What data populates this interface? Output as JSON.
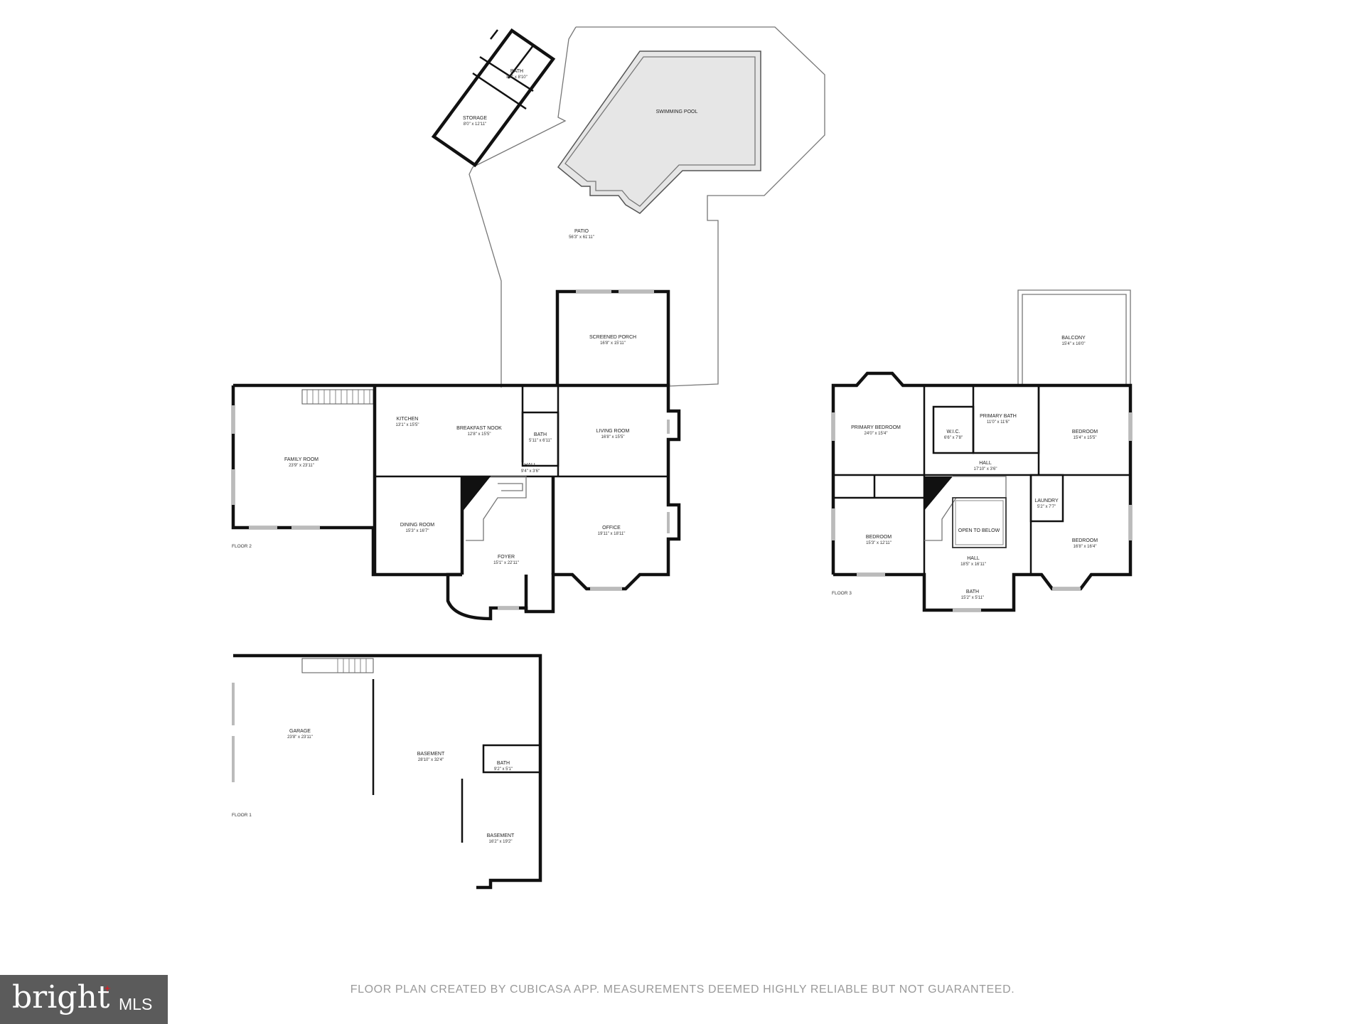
{
  "rooms": {
    "bath_shed": {
      "name": "BATH",
      "dim": "8'0\" x 8'10\""
    },
    "storage": {
      "name": "STORAGE",
      "dim": "8'0\" x 12'11\""
    },
    "pool": {
      "name": "SWIMMING POOL"
    },
    "patio": {
      "name": "PATIO",
      "dim": "56'3\" x 61'11\""
    },
    "screened_porch": {
      "name": "SCREENED PORCH",
      "dim": "16'8\" x 15'11\""
    },
    "family_room": {
      "name": "FAMILY ROOM",
      "dim": "23'9\" x 23'11\""
    },
    "kitchen": {
      "name": "KITCHEN",
      "dim": "13'1\" x 15'5\""
    },
    "breakfast_nook": {
      "name": "BREAKFAST NOOK",
      "dim": "12'8\" x 15'5\""
    },
    "bath_f2": {
      "name": "BATH",
      "dim": "5'11\" x 6'11\""
    },
    "living_room": {
      "name": "LIVING ROOM",
      "dim": "16'8\" x 15'5\""
    },
    "hall_f2": {
      "name": "HALL",
      "dim": "9'4\" x 3'6\""
    },
    "dining_room": {
      "name": "DINING ROOM",
      "dim": "15'3\" x 16'7\""
    },
    "foyer": {
      "name": "FOYER",
      "dim": "15'1\" x 22'11\""
    },
    "office": {
      "name": "OFFICE",
      "dim": "19'11\" x 18'11\""
    },
    "balcony": {
      "name": "BALCONY",
      "dim": "15'4\" x 16'0\""
    },
    "primary_bedroom": {
      "name": "PRIMARY BEDROOM",
      "dim": "24'0\" x 15'4\""
    },
    "wic": {
      "name": "W.I.C.",
      "dim": "6'6\" x 7'8\""
    },
    "primary_bath": {
      "name": "PRIMARY BATH",
      "dim": "11'0\" x 11'6\""
    },
    "bedroom_ne": {
      "name": "BEDROOM",
      "dim": "15'4\" x 15'5\""
    },
    "hall_f3_top": {
      "name": "HALL",
      "dim": "17'10\" x 3'6\""
    },
    "laundry": {
      "name": "LAUNDRY",
      "dim": "5'2\" x 7'7\""
    },
    "bedroom_sw": {
      "name": "BEDROOM",
      "dim": "15'3\" x 12'11\""
    },
    "open_to_below": {
      "name": "OPEN TO BELOW"
    },
    "hall_f3": {
      "name": "HALL",
      "dim": "18'5\" x 16'11\""
    },
    "bedroom_se": {
      "name": "BEDROOM",
      "dim": "16'8\" x 16'4\""
    },
    "bath_f3": {
      "name": "BATH",
      "dim": "15'2\" x 5'11\""
    },
    "garage": {
      "name": "GARAGE",
      "dim": "23'8\" x 23'11\""
    },
    "basement_main": {
      "name": "BASEMENT",
      "dim": "28'10\" x 32'4\""
    },
    "bath_f1": {
      "name": "BATH",
      "dim": "9'2\" x 5'1\""
    },
    "basement_small": {
      "name": "BASEMENT",
      "dim": "16'2\" x 19'2\""
    }
  },
  "floors": {
    "f2": "FLOOR 2",
    "f3": "FLOOR 3",
    "f1": "FLOOR 1"
  },
  "footer": "FLOOR PLAN CREATED BY CUBICASA APP. MEASUREMENTS DEEMED HIGHLY RELIABLE BUT NOT GUARANTEED.",
  "logo": {
    "brand": "bright",
    "suffix": "MLS"
  },
  "colors": {
    "wall": "#111111",
    "pool": "#e6e6e6",
    "logo_bg": "#5b5b5b",
    "accent": "#c8252c"
  }
}
